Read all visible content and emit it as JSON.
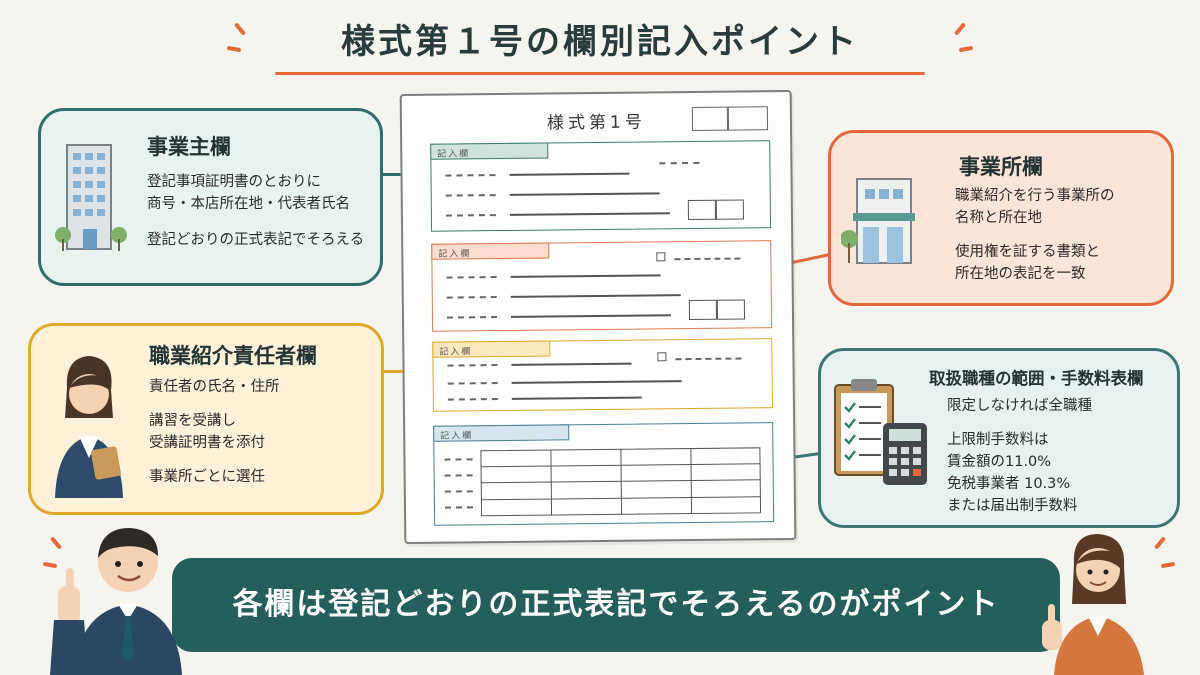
{
  "title": "様式第１号の欄別記入ポイント",
  "form": {
    "title": "様式第1号",
    "section_tags": [
      "記入欄",
      "記入欄",
      "記入欄",
      "記入欄"
    ]
  },
  "cards": {
    "employer": {
      "heading": "事業主欄",
      "lines": [
        "登記事項証明書のとおりに",
        "商号・本店所在地・代表者氏名",
        "登記どおりの正式表記でそろえる"
      ]
    },
    "office": {
      "heading": "事業所欄",
      "lines": [
        "職業紹介を行う事業所の",
        "名称と所在地",
        "使用権を証する書類と",
        "所在地の表記を一致"
      ]
    },
    "manager": {
      "heading": "職業紹介責任者欄",
      "lines": [
        "責任者の氏名・住所",
        "講習を受講し",
        "受講証明書を添付",
        "事業所ごとに選任"
      ]
    },
    "scope": {
      "heading": "取扱職種の範囲・手数料表欄",
      "lines": [
        "限定しなければ全職種",
        "上限制手数料は",
        "賃金額の11.0%",
        "免税事業者 10.3%",
        "または届出制手数料"
      ]
    }
  },
  "banner": "各欄は登記どおりの正式表記でそろえるのがポイント",
  "icons": [
    "office-building-icon",
    "shop-building-icon",
    "woman-avatar-icon",
    "clipboard-icon",
    "calculator-icon",
    "man-pointing-icon",
    "woman-pointing-icon"
  ],
  "colors": {
    "teal": "#2f6e6a",
    "orange": "#e2683b",
    "yellow": "#e0a82a",
    "banner": "#255f5c"
  }
}
